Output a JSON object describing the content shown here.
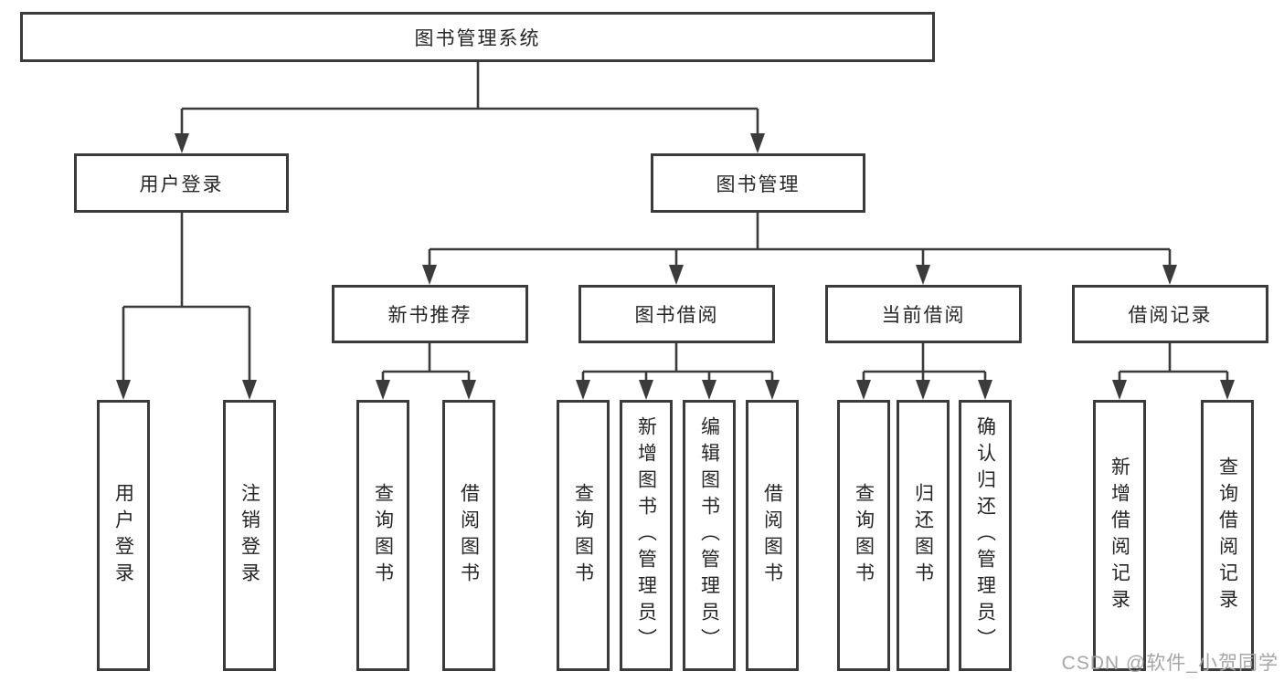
{
  "diagram": {
    "root": "图书管理系统",
    "level2": {
      "user_login": "用户登录",
      "book_mgmt": "图书管理"
    },
    "level3": {
      "new_book_rec": "新书推荐",
      "book_borrow": "图书借阅",
      "current_borrow": "当前借阅",
      "borrow_records": "借阅记录"
    },
    "leaves": {
      "user_login": "用户登录",
      "logout": "注销登录",
      "nbr_query": "查询图书",
      "nbr_borrow": "借阅图书",
      "bb_query": "查询图书",
      "bb_add": "新增图书（管理员）",
      "bb_edit": "编辑图书（管理员）",
      "bb_borrow": "借阅图书",
      "cb_query": "查询图书",
      "cb_return": "归还图书",
      "cb_confirm": "确认归还（管理员）",
      "br_add": "新增借阅记录",
      "br_query": "查询借阅记录"
    }
  },
  "watermark": "CSDN @软件_小贺同学",
  "colors": {
    "line": "#3b3b3b",
    "text": "#262626",
    "watermark": "#a6a6a6",
    "background": "#ffffff"
  }
}
